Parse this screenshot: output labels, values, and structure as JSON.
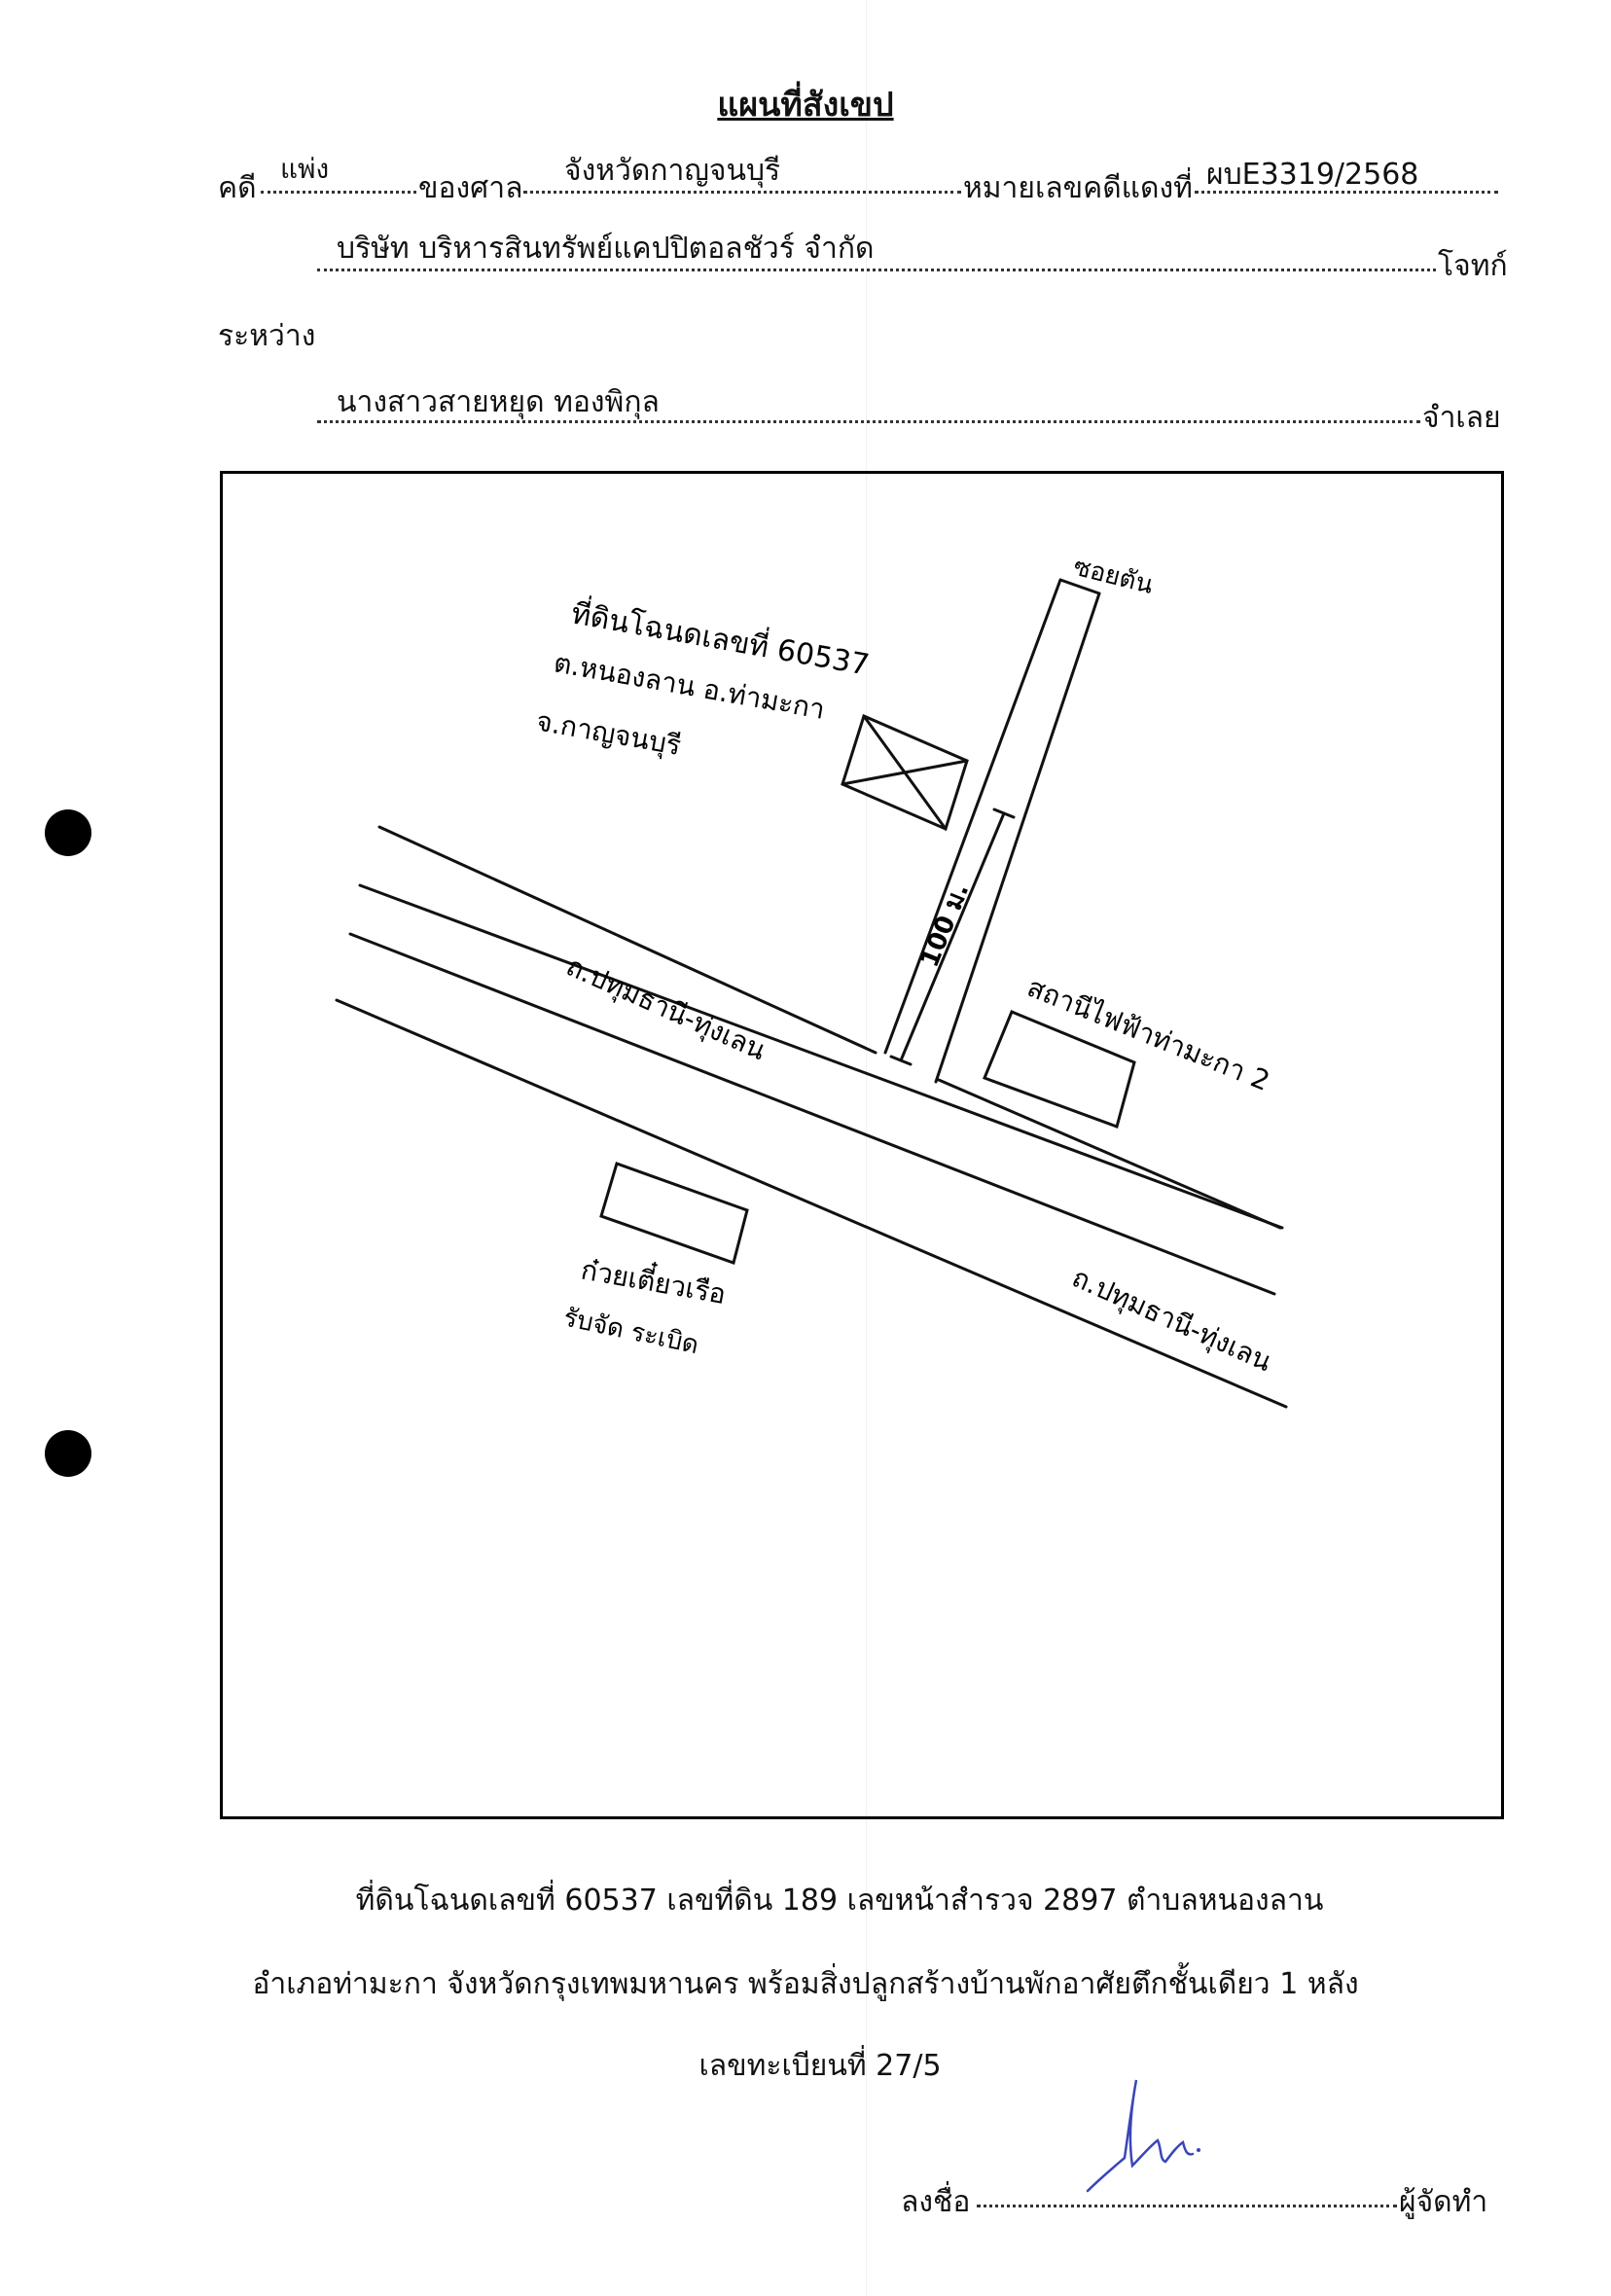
{
  "header": {
    "title": "แผนที่สังเขป",
    "case_label": "คดี",
    "case_type": "แพ่ง",
    "court_label": "ของศาล",
    "court_name": "จังหวัดกาญจนบุรี",
    "red_case_label": "หมายเลขคดีแดงที่",
    "red_case_number": "ผบE3319/2568",
    "plaintiff_name": "บริษัท บริหารสินทรัพย์แคปปิตอลชัวร์ จำกัด",
    "plaintiff_label": "โจทก์",
    "between_label": "ระหว่าง",
    "defendant_name": "นางสาวสายหยุด ทองพิกุล",
    "defendant_label": "จำเลย"
  },
  "map": {
    "soi_label": "ซอยตัน",
    "land_label_line1": "ที่ดินโฉนดเลขที่ 60537",
    "land_label_line2": "ต.หนองลาน อ.ท่ามะกา",
    "land_label_line3": "จ.กาญจนบุรี",
    "distance_label": "100 ม.",
    "road_label_upper": "ถ.ปทุมธานี-ทุ่งเลน",
    "road_label_lower": "ถ.ปทุมธานี-ทุ่งเลน",
    "station_label": "สถานีไฟฟ้าท่ามะกา 2",
    "shop_label_line1": "ก๋วยเตี๋ยวเรือ",
    "shop_label_line2": "รับจัด ระเบิด"
  },
  "description": {
    "line1": "ที่ดินโฉนดเลขที่ 60537 เลขที่ดิน 189 เลขหน้าสำรวจ 2897 ตำบลหนองลาน",
    "line2": "อำเภอท่ามะกา จังหวัดกรุงเทพมหานคร พร้อมสิ่งปลูกสร้างบ้านพักอาศัยตึกชั้นเดียว 1 หลัง",
    "line3": "เลขทะเบียนที่ 27/5"
  },
  "signature": {
    "sign_label": "ลงชื่อ",
    "role_label": "ผู้จัดทำ"
  }
}
